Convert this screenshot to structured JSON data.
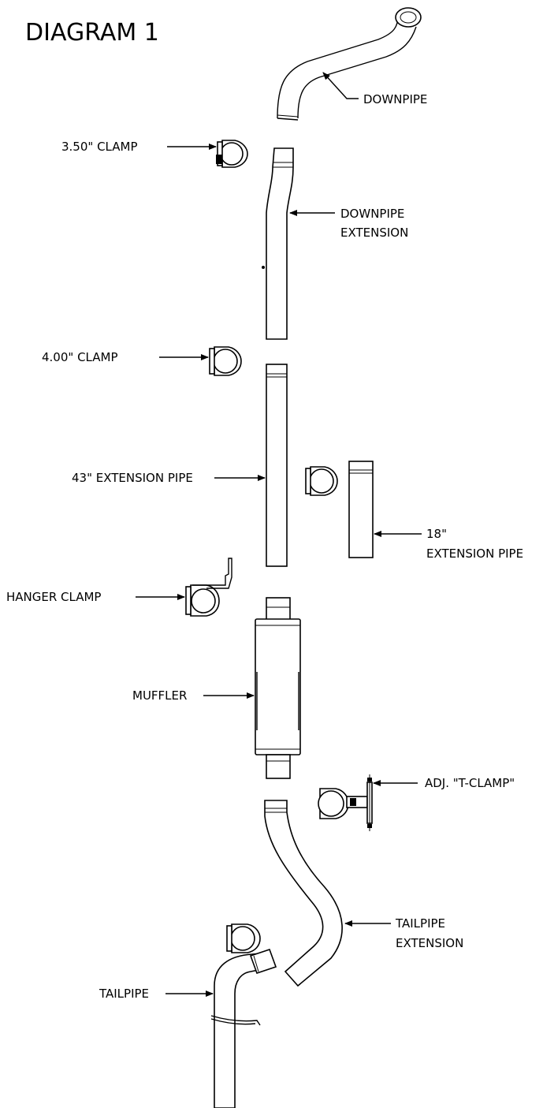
{
  "title": "DIAGRAM 1",
  "labels": {
    "downpipe": "DOWNPIPE",
    "clamp_350": "3.50\" CLAMP",
    "downpipe_ext_line1": "DOWNPIPE",
    "downpipe_ext_line2": "EXTENSION",
    "clamp_400": "4.00\" CLAMP",
    "ext_pipe_43": "43\" EXTENSION PIPE",
    "ext_pipe_18_line1": "18\"",
    "ext_pipe_18_line2": "EXTENSION PIPE",
    "hanger_clamp": "HANGER CLAMP",
    "muffler": "MUFFLER",
    "adj_t_clamp": "ADJ. \"T-CLAMP\"",
    "tailpipe_ext_line1": "TAILPIPE",
    "tailpipe_ext_line2": "EXTENSION",
    "tailpipe": "TAILPIPE"
  }
}
